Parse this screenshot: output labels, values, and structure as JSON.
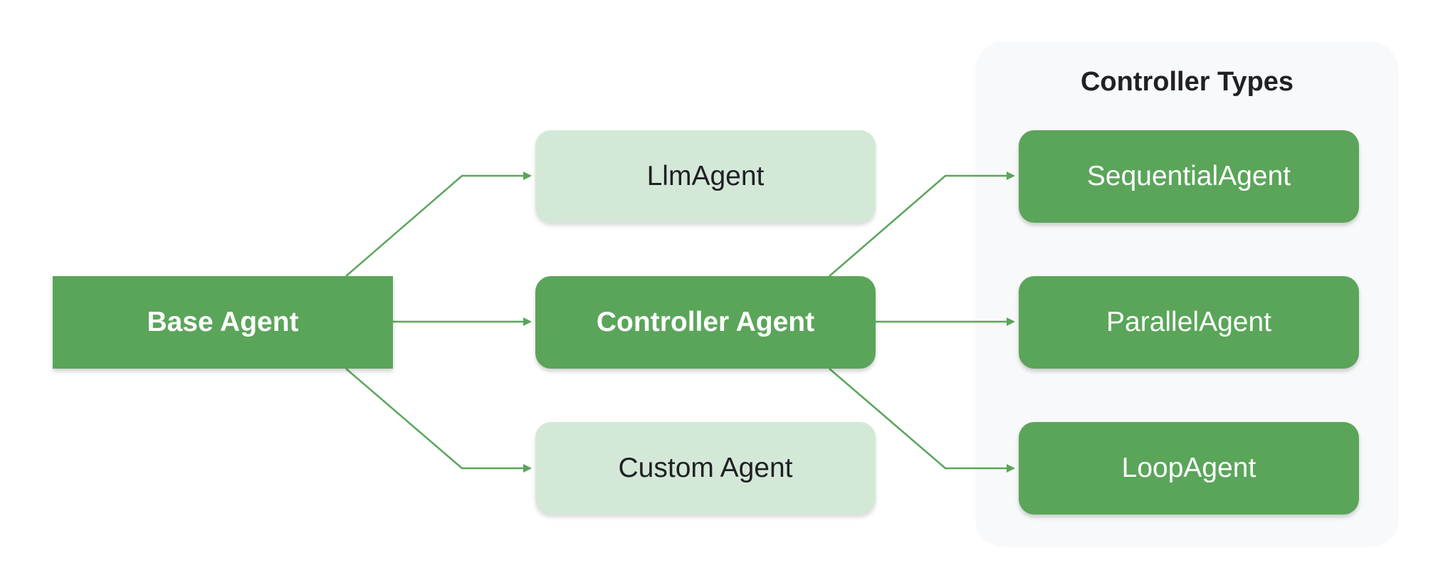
{
  "colors": {
    "dark_node": "#5aa55a",
    "light_node": "#d4e8d8",
    "edge": "#5aa55a",
    "group_panel": "#f8f9fa",
    "title_text": "#202124"
  },
  "group": {
    "title": "Controller Types"
  },
  "nodes": {
    "base": "Base Agent",
    "llm": "LlmAgent",
    "controller": "Controller Agent",
    "custom": "Custom Agent",
    "sequential": "SequentialAgent",
    "parallel": "ParallelAgent",
    "loop": "LoopAgent"
  },
  "edges": [
    {
      "from": "base",
      "to": "llm"
    },
    {
      "from": "base",
      "to": "controller"
    },
    {
      "from": "base",
      "to": "custom"
    },
    {
      "from": "controller",
      "to": "sequential"
    },
    {
      "from": "controller",
      "to": "parallel"
    },
    {
      "from": "controller",
      "to": "loop"
    }
  ]
}
